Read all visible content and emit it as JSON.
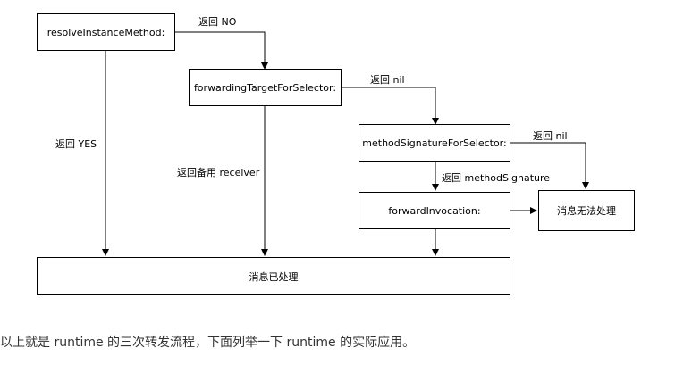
{
  "nodes": {
    "resolve_instance_method": "resolveInstanceMethod:",
    "forwarding_target": "forwardingTargetForSelector:",
    "method_signature": "methodSignatureForSelector:",
    "forward_invocation": "forwardInvocation:",
    "cannot_handle": "消息无法处理",
    "handled": "消息已处理"
  },
  "edge_labels": {
    "return_no": "返回 NO",
    "return_yes": "返回 YES",
    "return_nil_1": "返回 nil",
    "return_backup_receiver": "返回备用 receiver",
    "return_nil_2": "返回 nil",
    "return_method_signature": "返回 methodSignature"
  },
  "caption": "以上就是 runtime 的三次转发流程，下面列举一下 runtime 的实际应用。",
  "colors": {
    "line": "#000000",
    "caption_text": "#333333"
  }
}
